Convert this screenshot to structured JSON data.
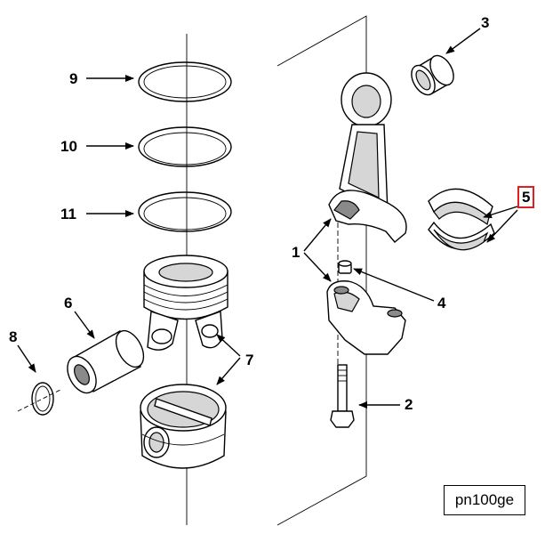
{
  "figure_id": "pn100ge",
  "highlight_color": "#e02020",
  "callouts": [
    {
      "id": "1",
      "label": "1"
    },
    {
      "id": "2",
      "label": "2"
    },
    {
      "id": "3",
      "label": "3"
    },
    {
      "id": "4",
      "label": "4"
    },
    {
      "id": "5",
      "label": "5",
      "highlighted": true
    },
    {
      "id": "6",
      "label": "6"
    },
    {
      "id": "7",
      "label": "7"
    },
    {
      "id": "8",
      "label": "8"
    },
    {
      "id": "9",
      "label": "9"
    },
    {
      "id": "10",
      "label": "10"
    },
    {
      "id": "11",
      "label": "11"
    }
  ]
}
